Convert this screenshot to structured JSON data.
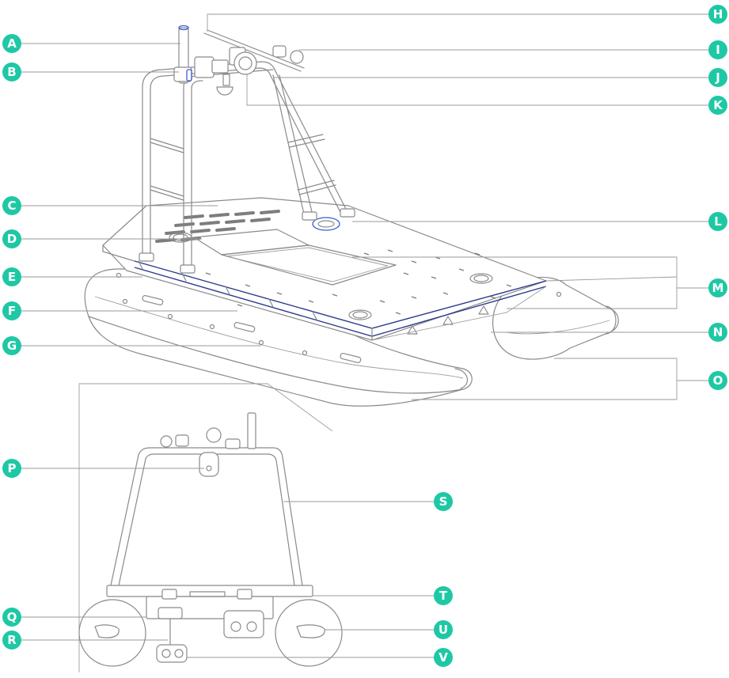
{
  "callouts": [
    {
      "letter": "A",
      "side": "left"
    },
    {
      "letter": "B",
      "side": "left"
    },
    {
      "letter": "C",
      "side": "left"
    },
    {
      "letter": "D",
      "side": "left"
    },
    {
      "letter": "E",
      "side": "left"
    },
    {
      "letter": "F",
      "side": "left"
    },
    {
      "letter": "G",
      "side": "left"
    },
    {
      "letter": "H",
      "side": "right"
    },
    {
      "letter": "I",
      "side": "right"
    },
    {
      "letter": "J",
      "side": "right"
    },
    {
      "letter": "K",
      "side": "right"
    },
    {
      "letter": "L",
      "side": "right"
    },
    {
      "letter": "M",
      "side": "right"
    },
    {
      "letter": "N",
      "side": "right"
    },
    {
      "letter": "O",
      "side": "right"
    },
    {
      "letter": "P",
      "side": "left"
    },
    {
      "letter": "Q",
      "side": "left"
    },
    {
      "letter": "R",
      "side": "left"
    },
    {
      "letter": "S",
      "side": "right"
    },
    {
      "letter": "T",
      "side": "right"
    },
    {
      "letter": "U",
      "side": "right"
    },
    {
      "letter": "V",
      "side": "right"
    }
  ],
  "colors": {
    "badge": "#1ec8a5",
    "badge_text": "#ffffff",
    "line_art": "#8a8a8a",
    "deck_edge": "#2c3b8c",
    "accent": "#3b5bd6"
  }
}
